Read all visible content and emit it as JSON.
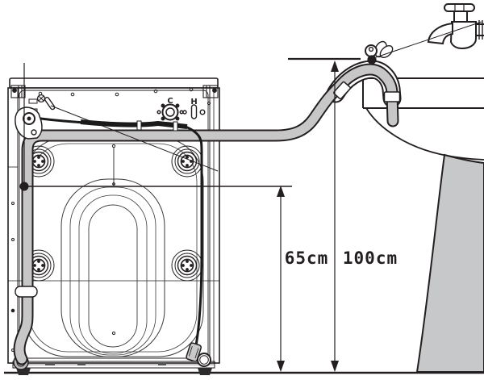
{
  "diagram": {
    "type": "washing-machine-drain-hose-installation",
    "labels": {
      "min_height": "65cm",
      "max_height": "100cm",
      "cold_inlet": "C",
      "hot_inlet": "H"
    },
    "measurements": {
      "drain_hose_min_height_cm": 65,
      "drain_hose_max_height_cm": 100
    },
    "colors": {
      "line": "#231f20",
      "hose_gray": "#c7c7c7",
      "pedestal_gray": "#c6c8ca",
      "background": "#ffffff"
    },
    "icons": [
      "washing-machine-rear-icon",
      "drain-hose",
      "hose-guide",
      "hose-tie-clip",
      "power-cord",
      "power-plug",
      "pump-filter",
      "faucet-icon",
      "sink-icon",
      "measurement-arrow-65",
      "measurement-arrow-100",
      "floor-line"
    ]
  }
}
